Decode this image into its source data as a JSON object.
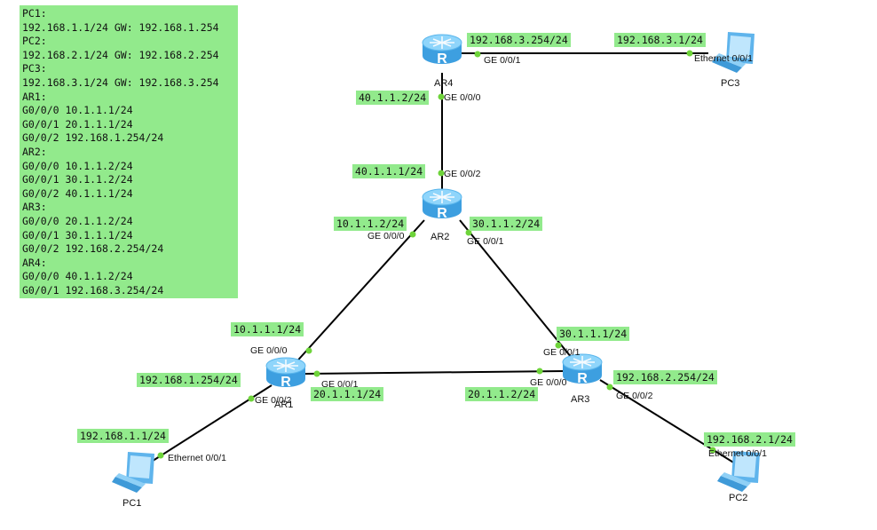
{
  "notes": [
    "PC1:",
    "192.168.1.1/24 GW: 192.168.1.254",
    "PC2:",
    "192.168.2.1/24 GW: 192.168.2.254",
    "PC3:",
    "192.168.3.1/24 GW: 192.168.3.254",
    "AR1:",
    "G0/0/0 10.1.1.1/24",
    "G0/0/1 20.1.1.1/24",
    "G0/0/2 192.168.1.254/24",
    "AR2:",
    "G0/0/0 10.1.1.2/24",
    "G0/0/1 30.1.1.2/24",
    "G0/0/2 40.1.1.1/24",
    "AR3:",
    "G0/0/0 20.1.1.2/24",
    "G0/0/1 30.1.1.1/24",
    "G0/0/2 192.168.2.254/24",
    "AR4:",
    "G0/0/0 40.1.1.2/24",
    "G0/0/1 192.168.3.254/24"
  ],
  "devices": {
    "ar1": "AR1",
    "ar2": "AR2",
    "ar3": "AR3",
    "ar4": "AR4",
    "pc1": "PC1",
    "pc2": "PC2",
    "pc3": "PC3"
  },
  "ports": {
    "ar4_g001": "GE 0/0/1",
    "ar4_g000": "GE 0/0/0",
    "ar2_g002": "GE 0/0/2",
    "ar2_g000": "GE 0/0/0",
    "ar2_g001": "GE 0/0/1",
    "ar1_g000": "GE 0/0/0",
    "ar1_g001": "GE 0/0/1",
    "ar1_g002": "GE 0/0/2",
    "ar3_g001": "GE 0/0/1",
    "ar3_g000": "GE 0/0/0",
    "ar3_g002": "GE 0/0/2",
    "pc1_eth": "Ethernet 0/0/1",
    "pc2_eth": "Ethernet 0/0/1",
    "pc3_eth": "Ethernet 0/0/1"
  },
  "ips": {
    "ar4_g001": "192.168.3.254/24",
    "pc3": "192.168.3.1/24",
    "ar4_g000": "40.1.1.2/24",
    "ar2_g002": "40.1.1.1/24",
    "ar2_g000": "10.1.1.2/24",
    "ar2_g001": "30.1.1.2/24",
    "ar1_g000": "10.1.1.1/24",
    "ar1_g002": "192.168.1.254/24",
    "ar1_g001": "20.1.1.1/24",
    "ar3_g000": "20.1.1.2/24",
    "ar3_g001": "30.1.1.1/24",
    "ar3_g002": "192.168.2.254/24",
    "pc1": "192.168.1.1/24",
    "pc2": "192.168.2.1/24"
  }
}
